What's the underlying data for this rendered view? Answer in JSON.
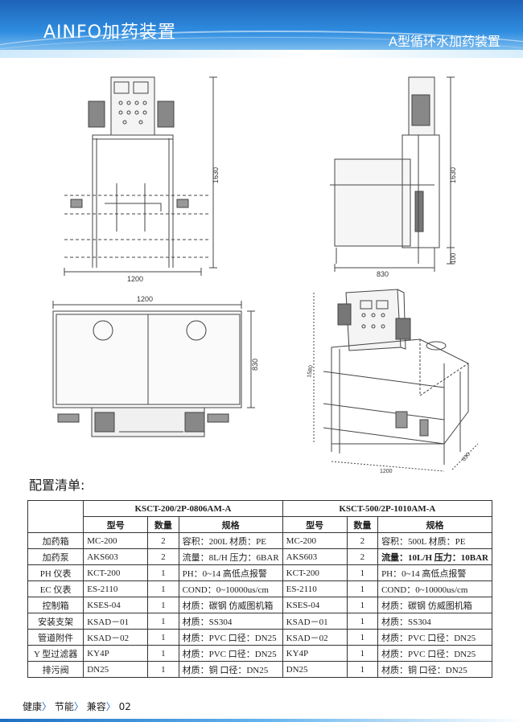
{
  "header": {
    "title": "AINFO加药装置",
    "subtitle": "A型循环水加药装置"
  },
  "drawings": {
    "front": {
      "width_label": "1200",
      "height_label": "1630"
    },
    "side": {
      "width_label": "830",
      "height_label": "1630",
      "base_label": "100"
    },
    "top": {
      "width_label": "1200",
      "depth_label": "830"
    },
    "iso": {
      "height_label": "1580",
      "width_label": "1200",
      "depth_label": "830"
    }
  },
  "config": {
    "section_title": "配置清单:",
    "model_a": "KSCT-200/2P-0806AM-A",
    "model_b": "KSCT-500/2P-1010AM-A",
    "col_model": "型号",
    "col_qty": "数量",
    "col_spec": "规格",
    "rows": [
      {
        "cat": "加药箱",
        "m1": "MC-200",
        "q1": "2",
        "s1": "容积：200L  材质：PE",
        "m2": "MC-200",
        "q2": "2",
        "s2": "容积：500L  材质：PE"
      },
      {
        "cat": "加药泵",
        "m1": "AKS603",
        "q1": "2",
        "s1": "流量：8L/H  压力：6BAR",
        "m2": "AKS603",
        "q2": "2",
        "s2": "流量：10L/H  压力：10BAR"
      },
      {
        "cat": "PH 仪表",
        "m1": "KCT-200",
        "q1": "1",
        "s1": "PH：0~14  高低点报警",
        "m2": "KCT-200",
        "q2": "1",
        "s2": "PH：0~14  高低点报警"
      },
      {
        "cat": "EC 仪表",
        "m1": "ES-2110",
        "q1": "1",
        "s1": "COND：0~10000us/cm",
        "m2": "ES-2110",
        "q2": "1",
        "s2": "COND：0~10000us/cm"
      },
      {
        "cat": "控制箱",
        "m1": "KSES-04",
        "q1": "1",
        "s1": "材质：碳钢  仿威图机箱",
        "m2": "KSES-04",
        "q2": "1",
        "s2": "材质：碳钢  仿威图机箱"
      },
      {
        "cat": "安装支架",
        "m1": "KSAD－01",
        "q1": "1",
        "s1": "材质：SS304",
        "m2": "KSAD－01",
        "q2": "1",
        "s2": "材质：SS304"
      },
      {
        "cat": "管道附件",
        "m1": "KSAD－02",
        "q1": "1",
        "s1": "材质：PVC  口径：DN25",
        "m2": "KSAD－02",
        "q2": "1",
        "s2": "材质：PVC  口径：DN25"
      },
      {
        "cat": "Y 型过滤器",
        "m1": "KY4P",
        "q1": "1",
        "s1": "材质：PVC  口径：DN25",
        "m2": "KY4P",
        "q2": "1",
        "s2": "材质：PVC  口径：DN25"
      },
      {
        "cat": "排污阀",
        "m1": "DN25",
        "q1": "1",
        "s1": "材质：铜  口径：DN25",
        "m2": "DN25",
        "q2": "1",
        "s2": "材质：铜  口径：DN25"
      }
    ]
  },
  "footer": {
    "item1": "健康",
    "item2": "节能",
    "item3": "兼容",
    "separator": "〉",
    "page": "02"
  }
}
